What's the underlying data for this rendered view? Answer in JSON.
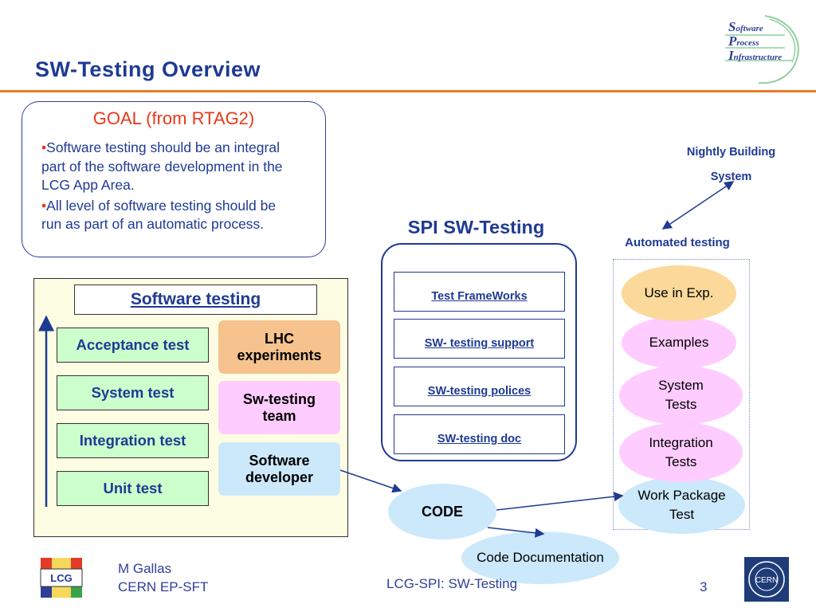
{
  "title": "SW-Testing Overview",
  "logo": {
    "lines": [
      {
        "initial": "S",
        "rest": "oftware"
      },
      {
        "initial": "P",
        "rest": "rocess"
      },
      {
        "initial": "I",
        "rest": "nfrastructure"
      }
    ]
  },
  "goal": {
    "heading": "GOAL (from RTAG2)",
    "bullet_mark": "•",
    "bullets": [
      "Software testing should be an integral part of the software development in the LCG App Area.",
      "All level of software testing should be run as part of an automatic process."
    ]
  },
  "software_testing": {
    "heading": "Software testing",
    "levels": [
      "Acceptance test",
      "System test",
      "Integration test",
      "Unit test"
    ],
    "roles": [
      "LHC experiments",
      "Sw-testing team",
      "Software developer"
    ]
  },
  "spi": {
    "title": "SPI SW-Testing",
    "items": [
      "Test FrameWorks",
      "SW- testing support",
      "SW-testing polices",
      "SW-testing doc"
    ]
  },
  "nightly": {
    "line1": "Nightly Building",
    "line2": "System"
  },
  "automated": {
    "label": "Automated testing",
    "items": [
      "Use in Exp.",
      "Examples",
      "System Tests",
      "Integration Tests",
      "Work Package Test"
    ]
  },
  "code": "CODE",
  "code_doc": "Code Documentation",
  "footer": {
    "author_line1": "M Gallas",
    "author_line2": "CERN EP-SFT",
    "center": "LCG-SPI: SW-Testing",
    "page": "3"
  },
  "lcg_logo_text": "LCG",
  "cern_logo_text": "CERN",
  "colors": {
    "title_blue": "#1f3a93",
    "accent_orange": "#ea7a26",
    "goal_red": "#e8391a",
    "green_box": "#ccffcc",
    "pink": "#ffccff",
    "light_blue": "#cce9fb",
    "peach": "#f6c28d",
    "panel_yellow": "#fdfde4"
  }
}
